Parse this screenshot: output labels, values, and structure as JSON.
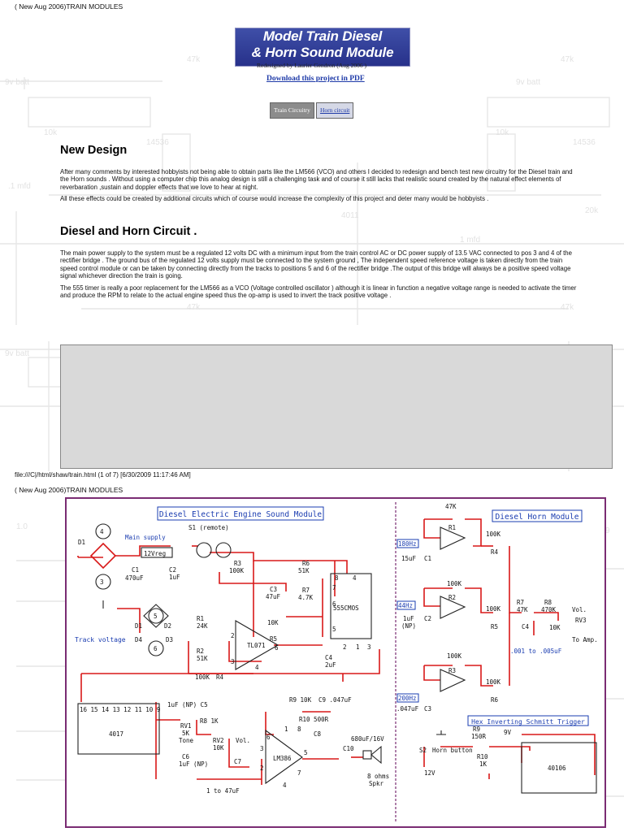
{
  "page_header": "( New Aug 2006)TRAIN MODULES",
  "logo": {
    "line1": "Model Train Diesel",
    "line2": "& Horn Sound Module"
  },
  "subtitle": "Redesigned by Laurier Gendron (Aug 2006 )",
  "download_link": "Download this project in PDF",
  "tabs": [
    {
      "label": "Train Circuitry"
    },
    {
      "label": "Horn circuit"
    }
  ],
  "sections": [
    {
      "heading": "New Design",
      "paragraphs": [
        "After many comments by interested hobbyists not being able to obtain parts like the LM566 (VCO) and others I decided to redesign and bench test new circuitry for the Diesel train and the Horn sounds . Without using a computer chip this analog design is still a challenging task and of course it still lacks that realistic sound created by the natural effect elements of reverbaration ,sustain and doppler effects that we love to hear at night.",
        "All these effects could be created by additional circuits which of course would increase the complexity of this project and deter many would be hobbyists ."
      ]
    },
    {
      "heading": "Diesel and Horn Circuit .",
      "paragraphs": [
        "The main power supply to the system must be a regulated 12 volts DC with a minimum input from the train control AC or DC power supply of 13.5 VAC connected to pos 3 and 4 of the rectifier bridge . The ground bus of the regulated 12 volts supply must be connected to the system ground , The independent speed reference voltage is taken directly from the train speed control module or can be taken by connecting directly from the tracks to positions 5 and 6 of the rectifier bridge .The output of this bridge will always be a positive speed voltage signal whichever direction the train is going.",
        "The 555 timer is really a poor replacement for the LM566 as a VCO (Voltage controlled oscillator ) although it is linear in function a negative voltage range is needed to activate the timer and produce the RPM to relate to the actual engine speed thus the op-amp is used to invert the track positive voltage ."
      ]
    }
  ],
  "footer": "file:///C|/html/shaw/train.html (1 of 7) [6/30/2009 11:17:46 AM]",
  "page_header_2": "( New Aug 2006)TRAIN MODULES",
  "schematic": {
    "title_left": "Diesel Electric Engine Sound Module",
    "title_right": "Diesel Horn Module",
    "schmitt_label": "Hex Inverting Schmitt Trigger",
    "labels": {
      "D1a": "D1",
      "main_supply": "Main supply",
      "s1": "S1 (remote)",
      "reg": "12Vreg",
      "c1": "C1",
      "c1v": "470uF",
      "c2": "C2",
      "c2v": "1uF",
      "r3": "R3",
      "r3v": "100K",
      "r6": "R6",
      "r6v": "51K",
      "r7": "R7",
      "r7v": "4.7K",
      "c3": "C3",
      "c3v": "47uF",
      "ic555": "555CMOS",
      "r1": "R1",
      "r1v": "24K",
      "r2": "R2",
      "r2v": "51K",
      "r4": "R4",
      "r4v": "100K",
      "r5": "R5",
      "r5v": "10K",
      "tl071": "TL071",
      "c4": "C4",
      "c4v": "2uF",
      "track_voltage": "Track voltage",
      "d1b": "D1",
      "d2": "D2",
      "d3": "D3",
      "d4": "D4",
      "ic4017": "4017",
      "pins": "16 15 14 13 12 11 10 9",
      "c5": "1uF (NP) C5",
      "rv1": "RV1",
      "rv1v": "5K",
      "tone": "Tone",
      "r8": "R8 1K",
      "rv2": "RV2",
      "rv2v": "10K",
      "vol": "Vol.",
      "c6": "C6",
      "c6v": "1uF (NP)",
      "c7": "C7",
      "c7range": "1 to 47uF",
      "r9": "R9 10K",
      "c9": "C9 .047uF",
      "r10": "R10 500R",
      "c8": "C8",
      "lm386": "LM386",
      "c10": "C10",
      "c10v": "680uF/16V",
      "spk": "8 ohms",
      "spk2": "Spkr",
      "r1h": "R1",
      "r1hv": "47K",
      "f180": "180Hz",
      "c1h": "15uF",
      "c1hn": "C1",
      "r2h": "R2",
      "r2hv": "100K",
      "f44": "44Hz",
      "c2h": "1uF",
      "c2hnp": "(NP)",
      "c2hn": "C2",
      "r3h": "R3",
      "r3hv": "100K",
      "f200": "200Hz",
      "c3h": ".047uF",
      "c3hn": "C3",
      "r4h": "R4",
      "r4hv": "100K",
      "r5h": "R5",
      "r5hv": "100K",
      "r6h": "R6",
      "r6hv": "100K",
      "r7h": "R7",
      "r7hv": "47K",
      "r8h": "R8",
      "r8hv": "470K",
      "volh": "Vol.",
      "rv3": "RV3",
      "rv3v": "10K",
      "to_amp": "To Amp.",
      "c4h": "C4",
      "c4range": ".001 to .005uF",
      "r9h": "R9",
      "r9hv": "150R",
      "v9": "9V",
      "s2": "S2",
      "horn_btn": "Horn button",
      "r10h": "R10",
      "r10hv": "1K",
      "v12": "12V",
      "ic40106": "40106",
      "n3": "3",
      "n4": "4",
      "n5": "5",
      "n6": "6",
      "n2": "2",
      "p8": "8",
      "p4": "4",
      "p7": "7",
      "p6": "6",
      "p5": "5",
      "p2": "2",
      "p1": "1",
      "p3": "3",
      "op2": "2",
      "op3": "3",
      "op6": "6",
      "op4": "4",
      "lm3": "3",
      "lm2": "2",
      "lm6": "6",
      "lm4": "4",
      "lm5": "5",
      "lm7": "7",
      "lm1": "1",
      "lm8": "8"
    }
  }
}
